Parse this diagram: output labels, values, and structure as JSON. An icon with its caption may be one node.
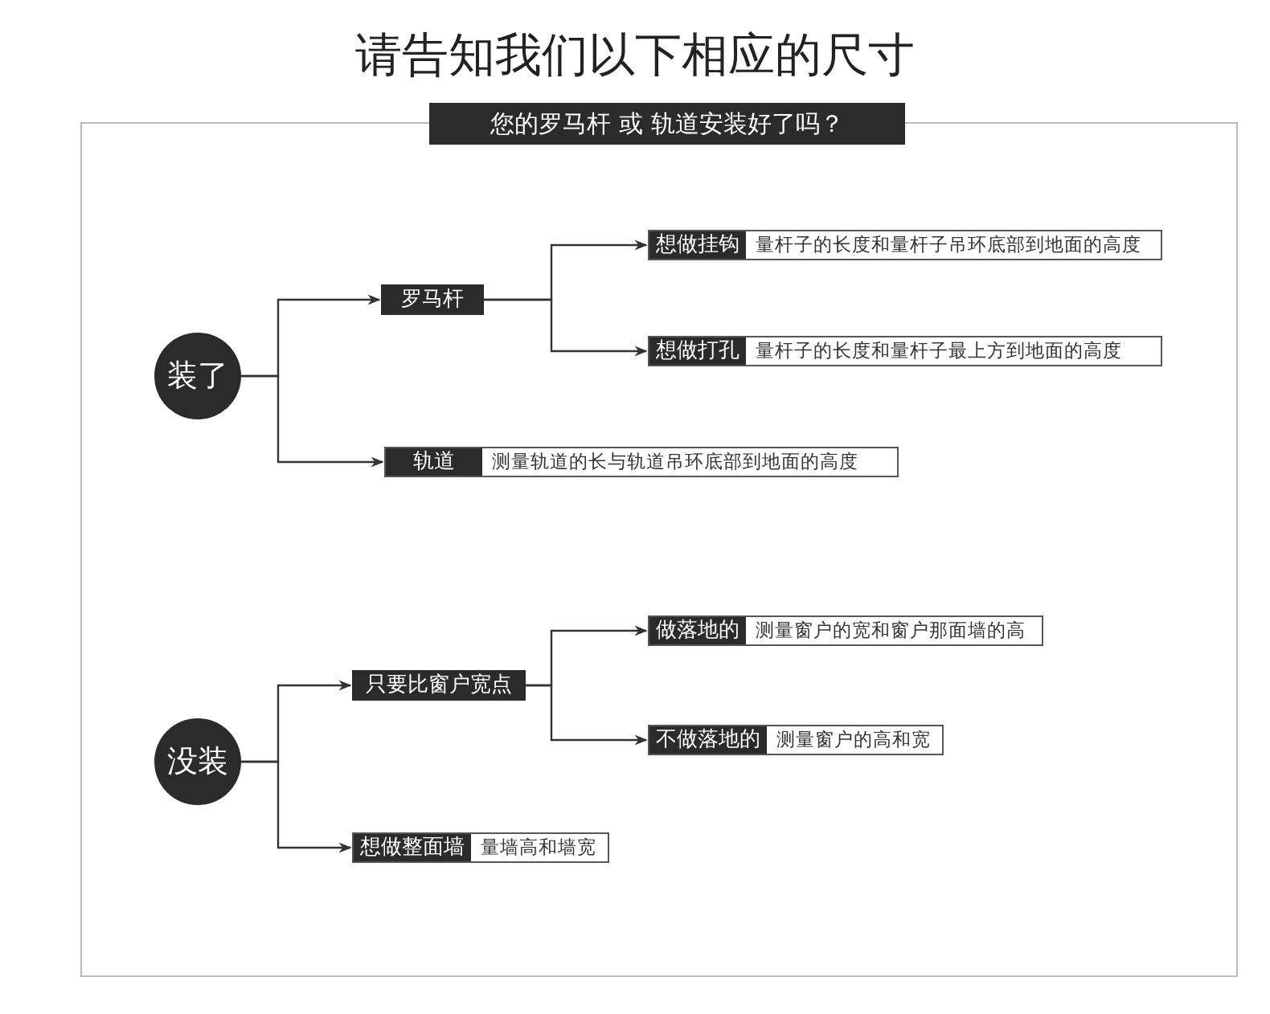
{
  "diagram": {
    "title": "请告知我们以下相应的尺寸",
    "nodes": [
      {
        "text": [
          "您的罗马杆 或 轨道安装好了吗？"
        ]
      },
      {
        "text": [
          "装了"
        ],
        "in": 0
      },
      {
        "text": [
          "罗马杆"
        ],
        "in": 0
      },
      {
        "text": [
          "想做挂钩",
          "量杆子的长度和量杆子吊环底部到地面的高度"
        ],
        "in": 0
      },
      {
        "text": [
          "想做打孔",
          "量杆子的长度和量杆子最上方到地面的高度"
        ],
        "in": 0
      },
      {
        "text": [
          "轨道",
          "测量轨道的长与轨道吊环底部到地面的高度"
        ],
        "in": 0
      },
      {
        "text": [
          "没装"
        ],
        "in": 0
      },
      {
        "text": [
          "只要比窗户宽点"
        ],
        "in": 0
      },
      {
        "text": [
          "做落地的",
          "测量窗户的宽和窗户那面墙的高"
        ],
        "in": 0
      },
      {
        "text": [
          "不做落地的",
          "测量窗户的高和宽"
        ],
        "in": 0
      },
      {
        "text": [
          "想做整面墙",
          "量墙高和墙宽"
        ],
        "in": 0
      }
    ],
    "edges": [
      {
        "from": 1,
        "to": 2,
        "arrow": "to"
      },
      {
        "from": 1,
        "to": 5,
        "arrow": "to"
      },
      {
        "from": 2,
        "to": 3,
        "arrow": "to"
      },
      {
        "from": 2,
        "to": 4,
        "arrow": "to"
      },
      {
        "from": 6,
        "to": 7,
        "arrow": "to"
      },
      {
        "from": 6,
        "to": 10,
        "arrow": "to"
      },
      {
        "from": 7,
        "to": 8,
        "arrow": "to"
      },
      {
        "from": 7,
        "to": 9,
        "arrow": "to"
      }
    ]
  }
}
